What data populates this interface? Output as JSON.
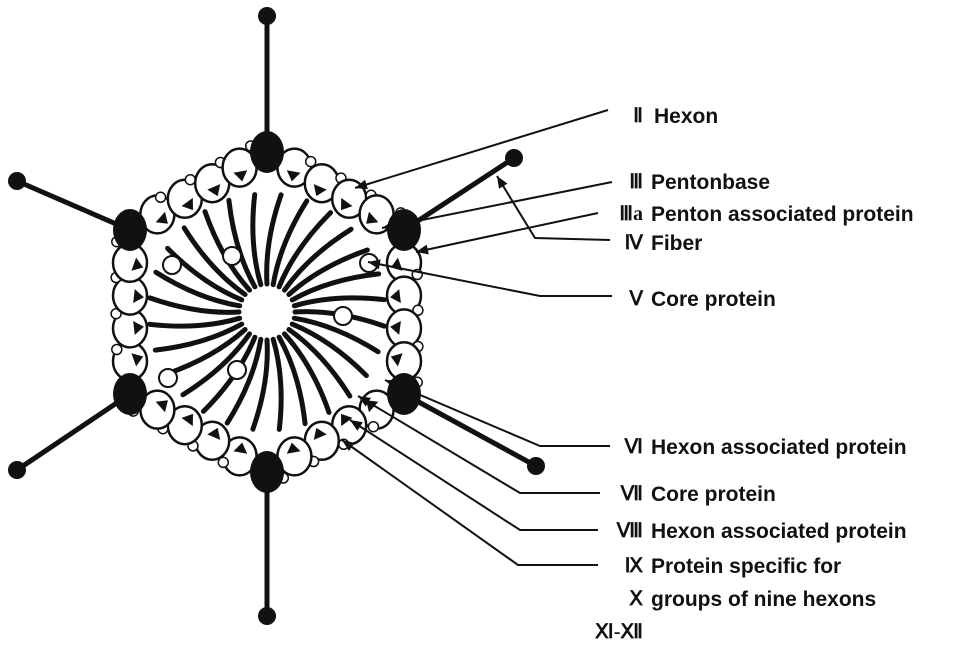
{
  "diagram": {
    "labels": [
      {
        "numeral": "Ⅱ",
        "text": "Hexon"
      },
      {
        "numeral": "Ⅲ",
        "text": "Pentonbase"
      },
      {
        "numeral": "Ⅲa",
        "text": "Penton associated protein"
      },
      {
        "numeral": "Ⅳ",
        "text": "Fiber"
      },
      {
        "numeral": "Ⅴ",
        "text": "Core protein"
      },
      {
        "numeral": "Ⅵ",
        "text": "Hexon associated protein"
      },
      {
        "numeral": "Ⅶ",
        "text": "Core protein"
      },
      {
        "numeral": "Ⅷ",
        "text": "Hexon associated protein"
      },
      {
        "numeral": "Ⅸ",
        "text": "Protein specific for"
      },
      {
        "numeral": "Ⅹ",
        "text": "groups of nine hexons"
      },
      {
        "numeral": "Ⅺ-Ⅻ",
        "text": ""
      }
    ]
  }
}
